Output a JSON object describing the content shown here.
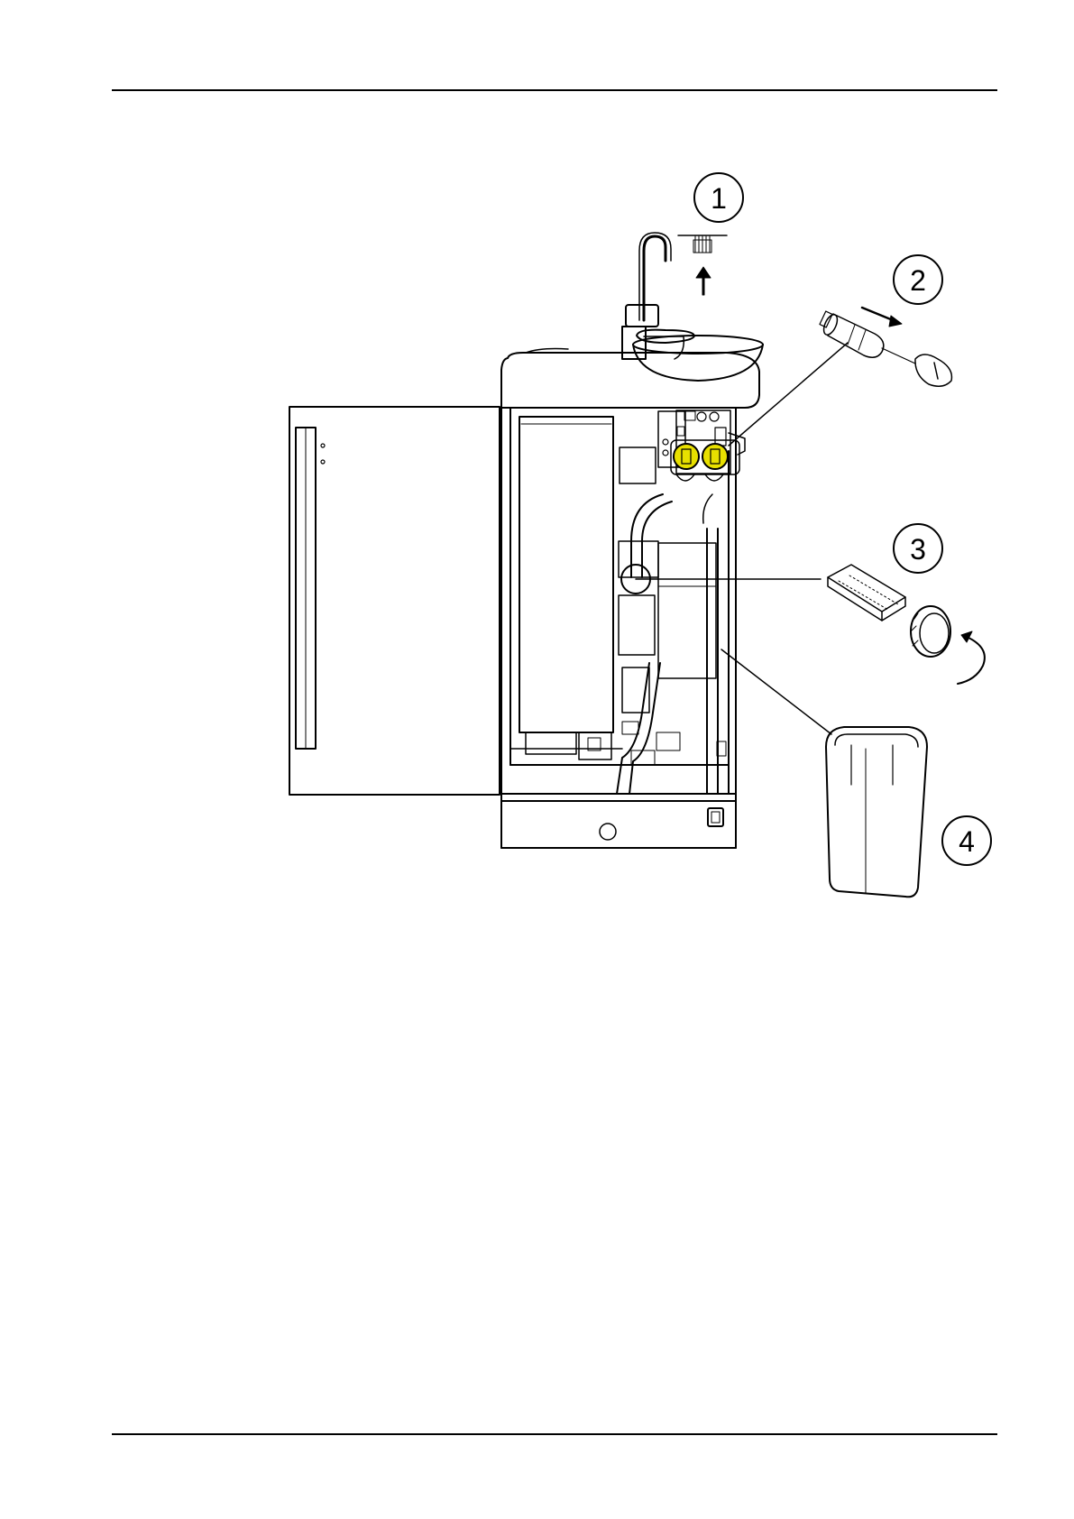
{
  "page": {
    "background_color": "#ffffff",
    "line_color": "#000000",
    "highlight_color": "#e8e000"
  },
  "figure": {
    "callouts": [
      {
        "label": "1",
        "part_icon": "brush-filter-icon"
      },
      {
        "label": "2",
        "part_icon": "cartridge-filter-icon"
      },
      {
        "label": "3",
        "part_icon": "strainer-basket-icon"
      },
      {
        "label": "4",
        "part_icon": "collection-container-icon"
      }
    ]
  }
}
